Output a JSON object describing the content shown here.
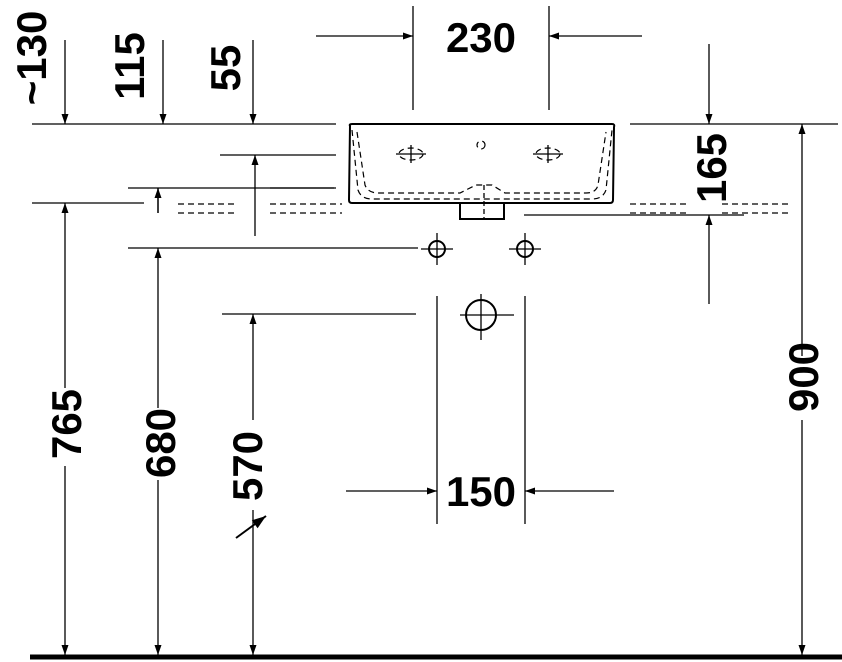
{
  "dimensions": {
    "top_width": "230",
    "overflow_height": "~130",
    "depth_115": "115",
    "depth_55": "55",
    "basin_height": "165",
    "total_height": "900",
    "rim_height": "765",
    "waste_height": "680",
    "outlet_height": "570",
    "outlet_spacing": "150"
  }
}
